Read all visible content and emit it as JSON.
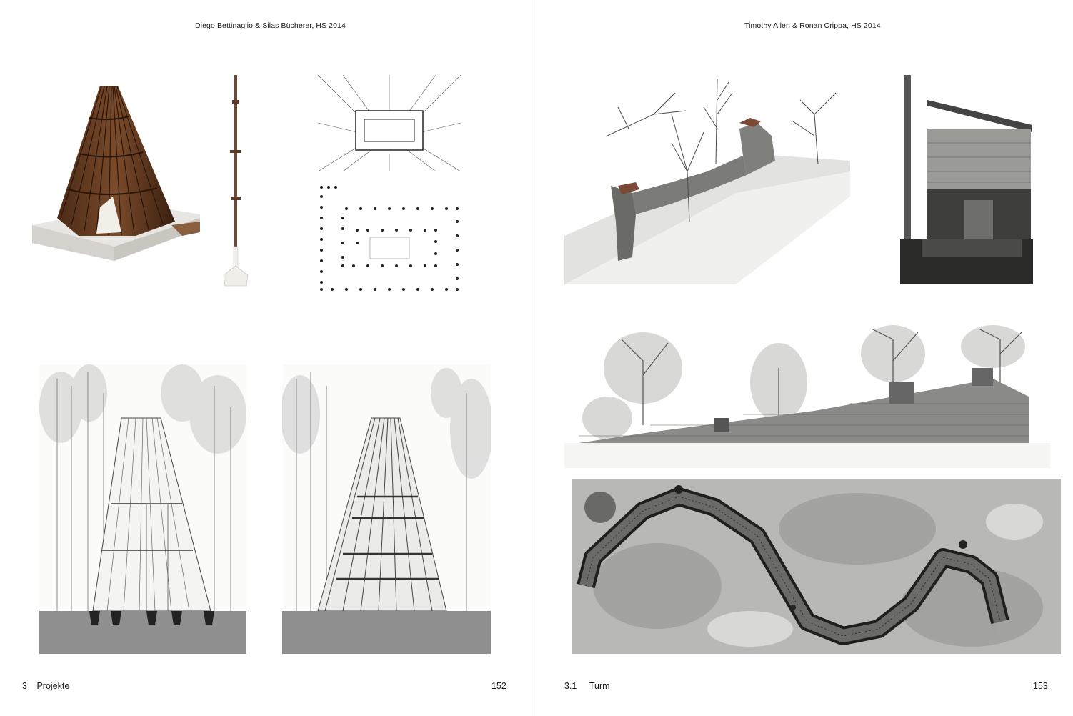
{
  "left_page": {
    "header": "Diego Bettinaglio & Silas Bücherer, HS 2014",
    "footer_section_number": "3",
    "footer_section_title": "Projekte",
    "page_number": "152"
  },
  "right_page": {
    "header": "Timothy Allen & Ronan Crippa, HS 2014",
    "footer_section_number": "3.1",
    "footer_section_title": "Turm",
    "page_number": "153"
  }
}
